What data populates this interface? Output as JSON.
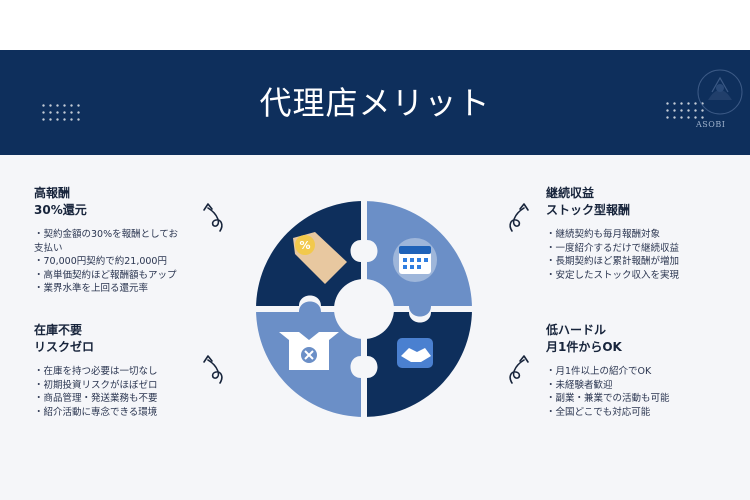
{
  "header": {
    "title": "代理店メリット",
    "logo_text": "ASOBI"
  },
  "blocks": [
    {
      "title1": "高報酬",
      "title2": "30%還元",
      "items": [
        "・契約金額の30%を報酬としてお",
        "支払い",
        "・70,000円契約で約21,000円",
        "・高単価契約ほど報酬額もアップ",
        "・業界水準を上回る還元率"
      ]
    },
    {
      "title1": "継続収益",
      "title2": "ストック型報酬",
      "items": [
        "・継続契約も毎月報酬対象",
        "・一度紹介するだけで継続収益",
        "・長期契約ほど累計報酬が増加",
        "・安定したストック収入を実現"
      ]
    },
    {
      "title1": "在庫不要",
      "title2": "リスクゼロ",
      "items": [
        "・在庫を持つ必要は一切なし",
        "・初期投資リスクがほぼゼロ",
        "・商品管理・発送業務も不要",
        "・紹介活動に専念できる環境"
      ]
    },
    {
      "title1": "低ハードル",
      "title2": "月1件からOK",
      "items": [
        "・月1件以上の紹介でOK",
        "・未経験者歓迎",
        "・副業・兼業での活動も可能",
        "・全国どこでも対応可能"
      ]
    }
  ],
  "colors": {
    "navy": "#0e2f5c",
    "blue": "#6b8fc7",
    "accent": "#f2c94c"
  }
}
